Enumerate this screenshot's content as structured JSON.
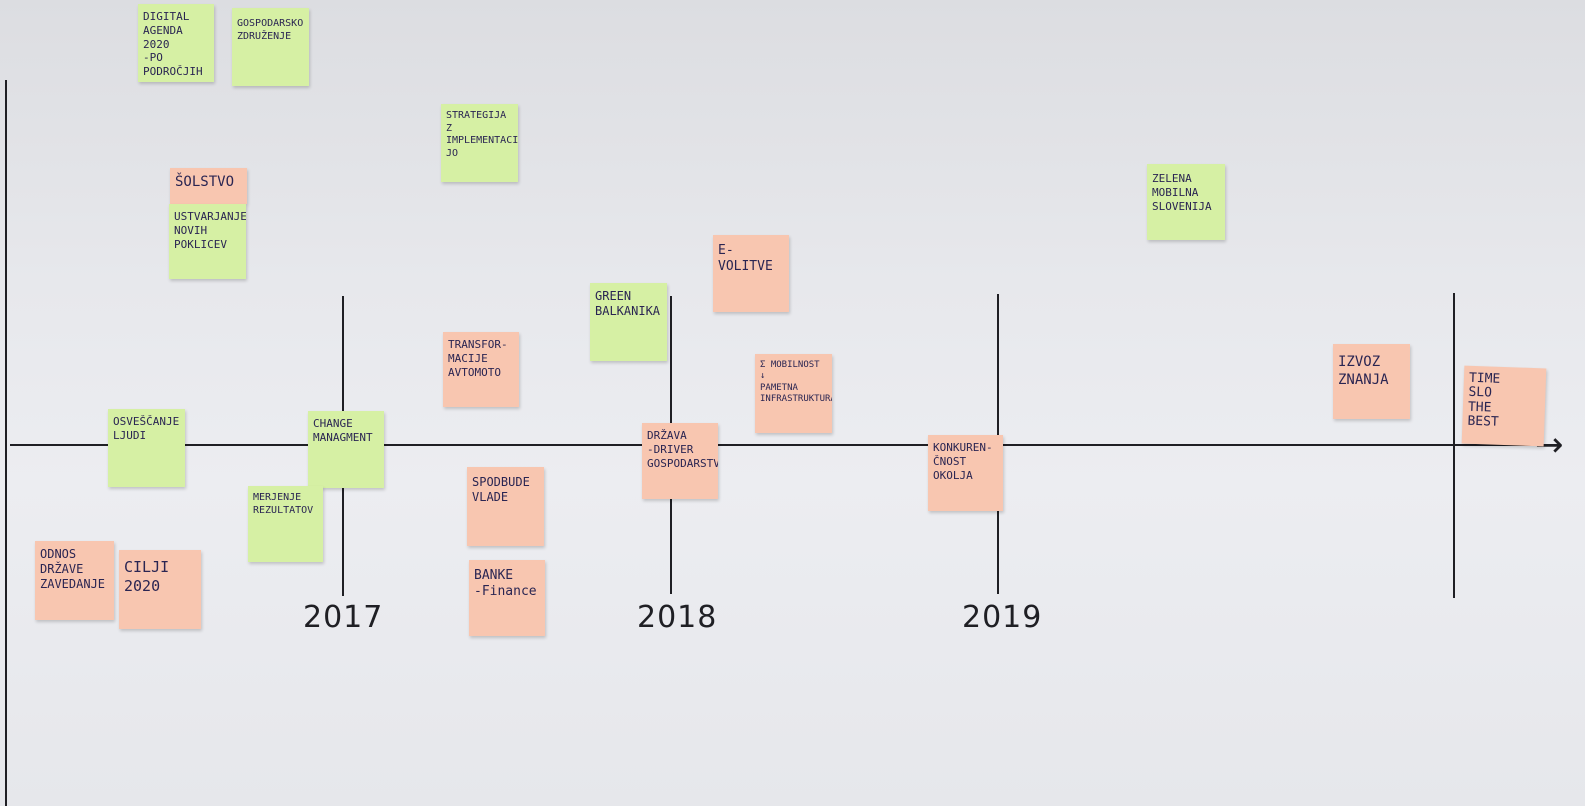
{
  "timeline": {
    "years": [
      "2017",
      "2018",
      "2019"
    ]
  },
  "notes": {
    "digital_agenda": "DIGITAL\nAGENDA\n2020\n-PO PODROČJIH",
    "gospodarsko": "GOSPODARSKO\nZDRUŽENJE",
    "strategija": "STRATEGIJA\nZ\nIMPLEMENTACI\nJO",
    "solstvo": "ŠOLSTVO",
    "ustvarjanje": "USTVARJANJE\nNOVIH\nPOKLICEV",
    "zelena": "ZELENA\nMOBILNA\nSLOVENIJA",
    "e_volitve": "E-VOLITVE",
    "green_balkanika": "GREEN\nBALKANIKA",
    "transformacije": "TRANSFOR-\nMACIJE\nAVTOMOTO",
    "mobilnost": "Σ MOBILNOST\n↓\nPAMETNA\nINFRASTRUKTURA",
    "izvoz": "IZVOZ\nZNANJA",
    "time": "TIME\nSLO\nTHE\nBEST",
    "osvescanje": "OSVEŠČANJE\nLJUDI",
    "change": "CHANGE\nMANAGMENT",
    "drzava": "DRŽAVA\n-DRIVER\nGOSPODARSTVA",
    "konkurencnost": "KONKUREN-\nČNOST\nOKOLJA",
    "merjenje": "MERJENJE\nREZULTATOV",
    "spodbude": "SPODBUDE\nVLADE",
    "banke": "BANKE\n-Finance",
    "odnos": "ODNOS\nDRŽAVE\nZAVEDANJE",
    "cilji": "CILJI\n2020"
  },
  "colors": {
    "green_note": "#d6f0a4",
    "pink_note": "#f8c6b0",
    "ink": "#2a2552",
    "line": "#1f1f24"
  }
}
